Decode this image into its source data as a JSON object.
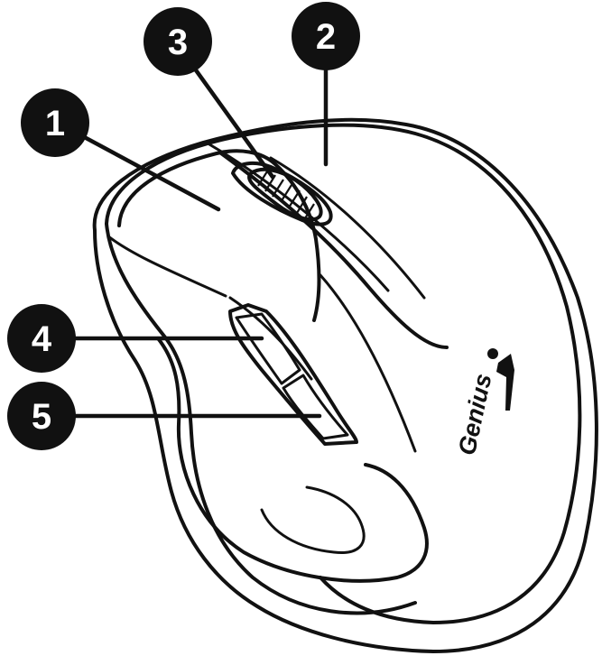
{
  "callouts": [
    {
      "id": "1",
      "label": "1",
      "part": "left-button"
    },
    {
      "id": "2",
      "label": "2",
      "part": "right-button"
    },
    {
      "id": "3",
      "label": "3",
      "part": "scroll-wheel"
    },
    {
      "id": "4",
      "label": "4",
      "part": "forward-side-button"
    },
    {
      "id": "5",
      "label": "5",
      "part": "back-side-button"
    }
  ],
  "brand": {
    "name": "Genius",
    "logo_icon": "genius-figure-icon"
  },
  "colors": {
    "ink": "#111111",
    "paper": "#ffffff"
  }
}
